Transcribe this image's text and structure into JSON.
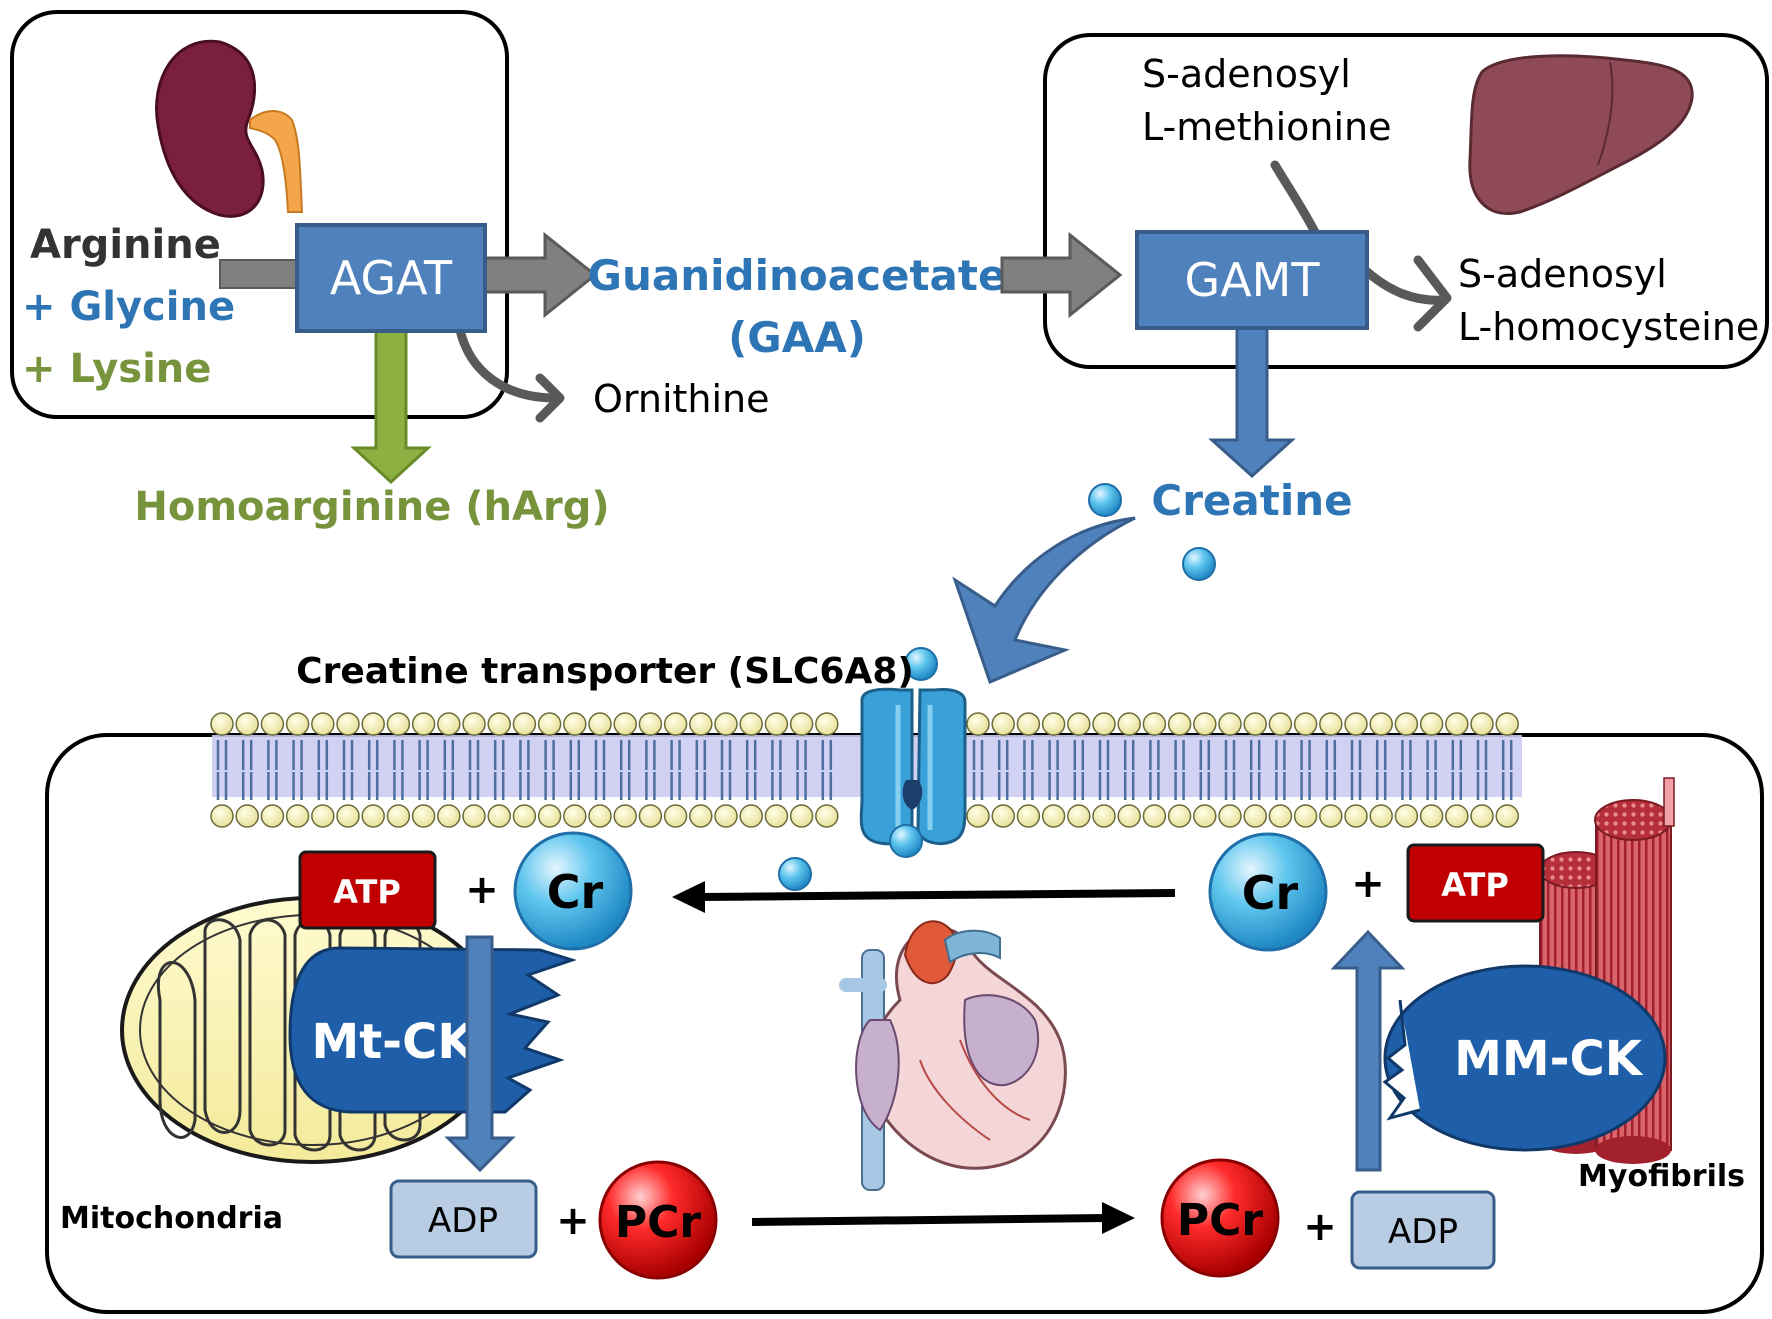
{
  "kidney": {
    "substrate_arginine": "Arginine",
    "substrate_glycine": "+ Glycine",
    "substrate_lysine": "+ Lysine",
    "enzyme": "AGAT",
    "byproduct": "Ornithine",
    "side_product": "Homoarginine (hArg)"
  },
  "intermediate": {
    "line1": "Guanidinoacetate",
    "line2": "(GAA)"
  },
  "liver": {
    "donor_line1": "S-adenosyl",
    "donor_line2": "L-methionine",
    "enzyme": "GAMT",
    "product_line1": "S-adenosyl",
    "product_line2": "L-homocysteine"
  },
  "creatine_label": "Creatine",
  "transporter_label": "Creatine transporter (SLC6A8)",
  "cell": {
    "left": {
      "atp": "ATP",
      "plus_top": "+",
      "cr": "Cr",
      "enzyme": "Mt-CK",
      "adp": "ADP",
      "plus_bottom": "+",
      "pcr": "PCr",
      "organelle": "Mitochondria"
    },
    "right": {
      "cr": "Cr",
      "plus_top": "+",
      "atp": "ATP",
      "enzyme": "MM-CK",
      "pcr": "PCr",
      "plus_bottom": "+",
      "adp": "ADP",
      "organelle": "Myofibrils"
    }
  },
  "colors": {
    "enzyme_box": "#4f81bd",
    "blue_text": "#2e75b6",
    "green_text": "#77933c",
    "grey_arrow": "#7f7f7f",
    "atp_red": "#c00000",
    "adp_box": "#b8cce4"
  }
}
